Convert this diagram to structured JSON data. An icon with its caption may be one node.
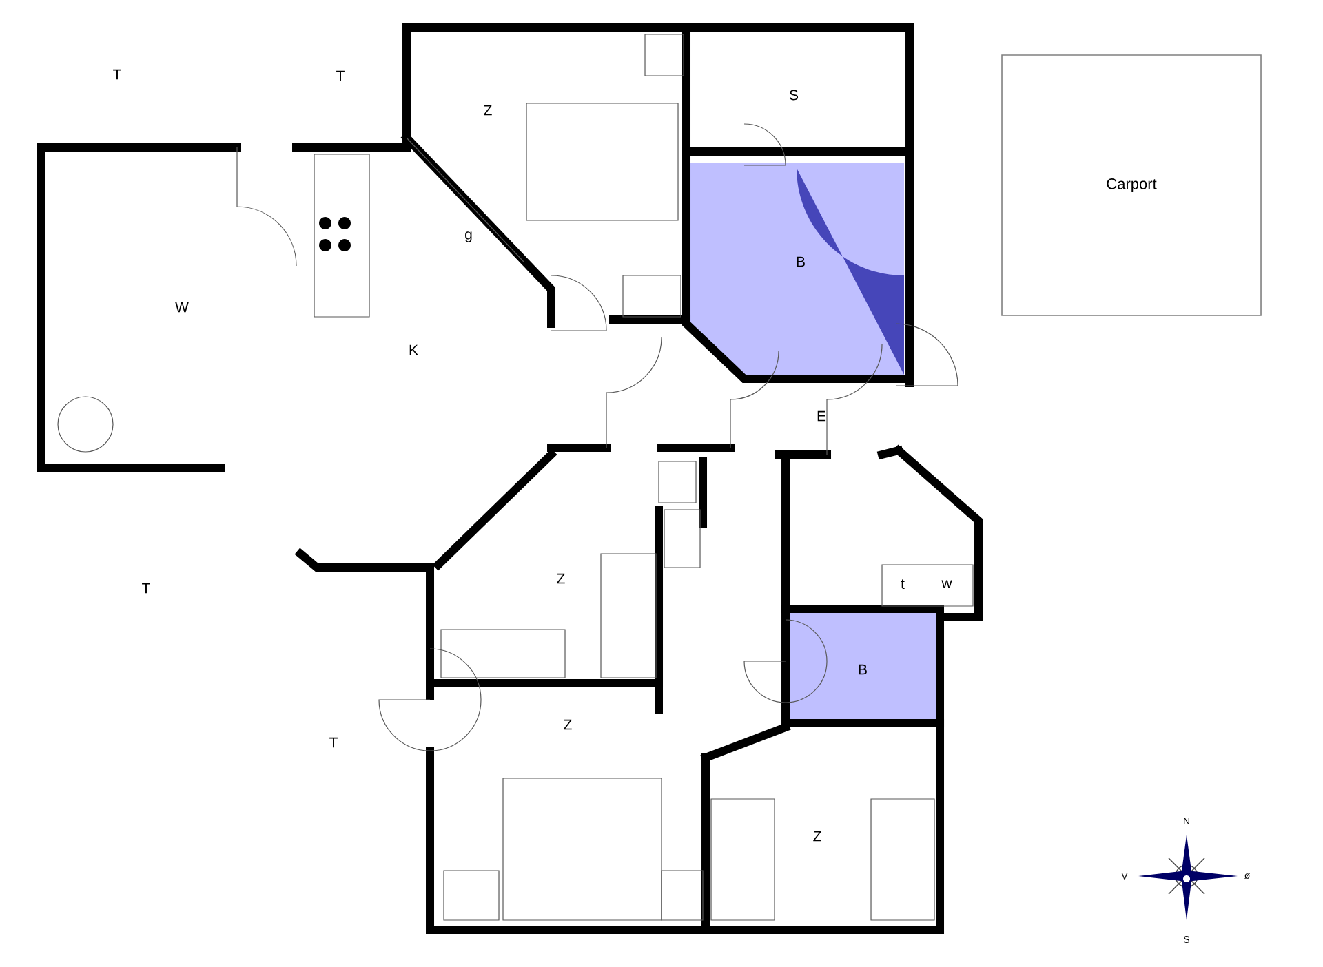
{
  "diagram": {
    "nodes": [
      {
        "text": [
          "Carport"
        ]
      }
    ],
    "labels": [
      "T",
      "T",
      "S",
      "Z",
      "g",
      "B",
      "W",
      "K",
      "E",
      "Z",
      "T",
      "t",
      "w",
      "B",
      "Z",
      "T",
      "Z",
      "N",
      "V",
      "ø",
      "S"
    ]
  }
}
